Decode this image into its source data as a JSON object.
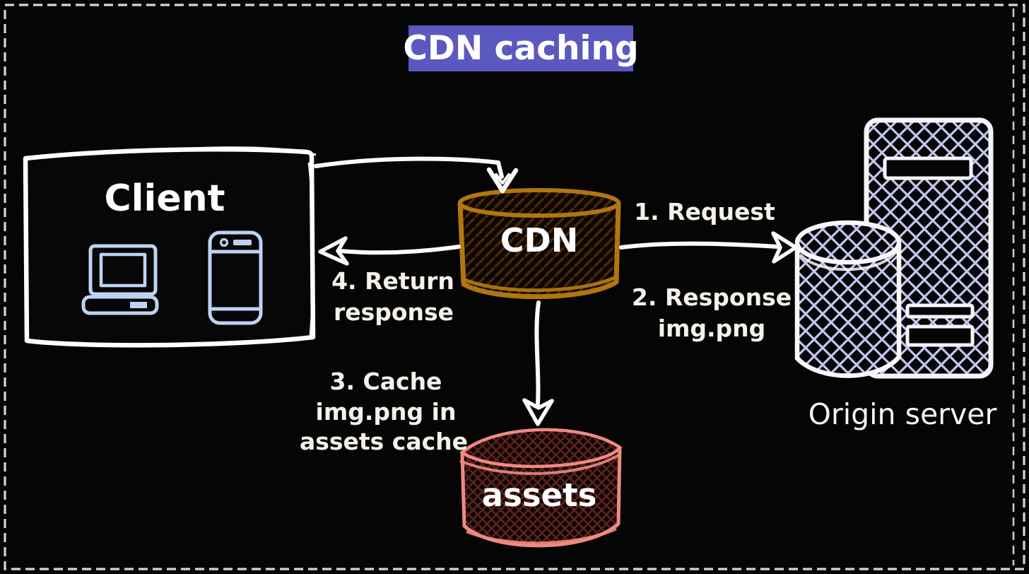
{
  "title": {
    "text": "CDN caching",
    "bg_color": "#5b58bf",
    "text_color": "#ffffff"
  },
  "canvas": {
    "background": "#050505",
    "border_color": "#d6d6d6",
    "border_style": "dashed",
    "arrow_color": "#fafafa",
    "label_color": "#f5f1ea"
  },
  "nodes": {
    "client": {
      "label": "Client",
      "outline_color": "#ffffff",
      "fill": "#070707",
      "device_icon_color": "#bdd3f3",
      "devices": [
        "laptop-icon",
        "smartphone-icon"
      ]
    },
    "cdn": {
      "label": "CDN",
      "shape": "cylinder",
      "outline_color": "#b0760f",
      "hatch_color": "#4a2808",
      "label_color": "#ffffff"
    },
    "assets_cache": {
      "label": "assets",
      "shape": "cylinder",
      "outline_color": "#ee8a82",
      "hatch_color": "#5e211d",
      "label_color": "#ffffff"
    },
    "origin_server": {
      "label": "Origin server",
      "outline_color": "#f4f4fb",
      "hatch_color": "#c4c6ea",
      "parts": [
        "server-tower-icon",
        "database-icon"
      ]
    }
  },
  "flow_labels": {
    "request": {
      "line1": "1. Request"
    },
    "response": {
      "line1": "2. Response",
      "line2": "img.png"
    },
    "cache": {
      "line1": "3. Cache",
      "line2": "img.png in",
      "line3": "assets cache"
    },
    "return_resp": {
      "line1": "4. Return",
      "line2": "response"
    }
  }
}
